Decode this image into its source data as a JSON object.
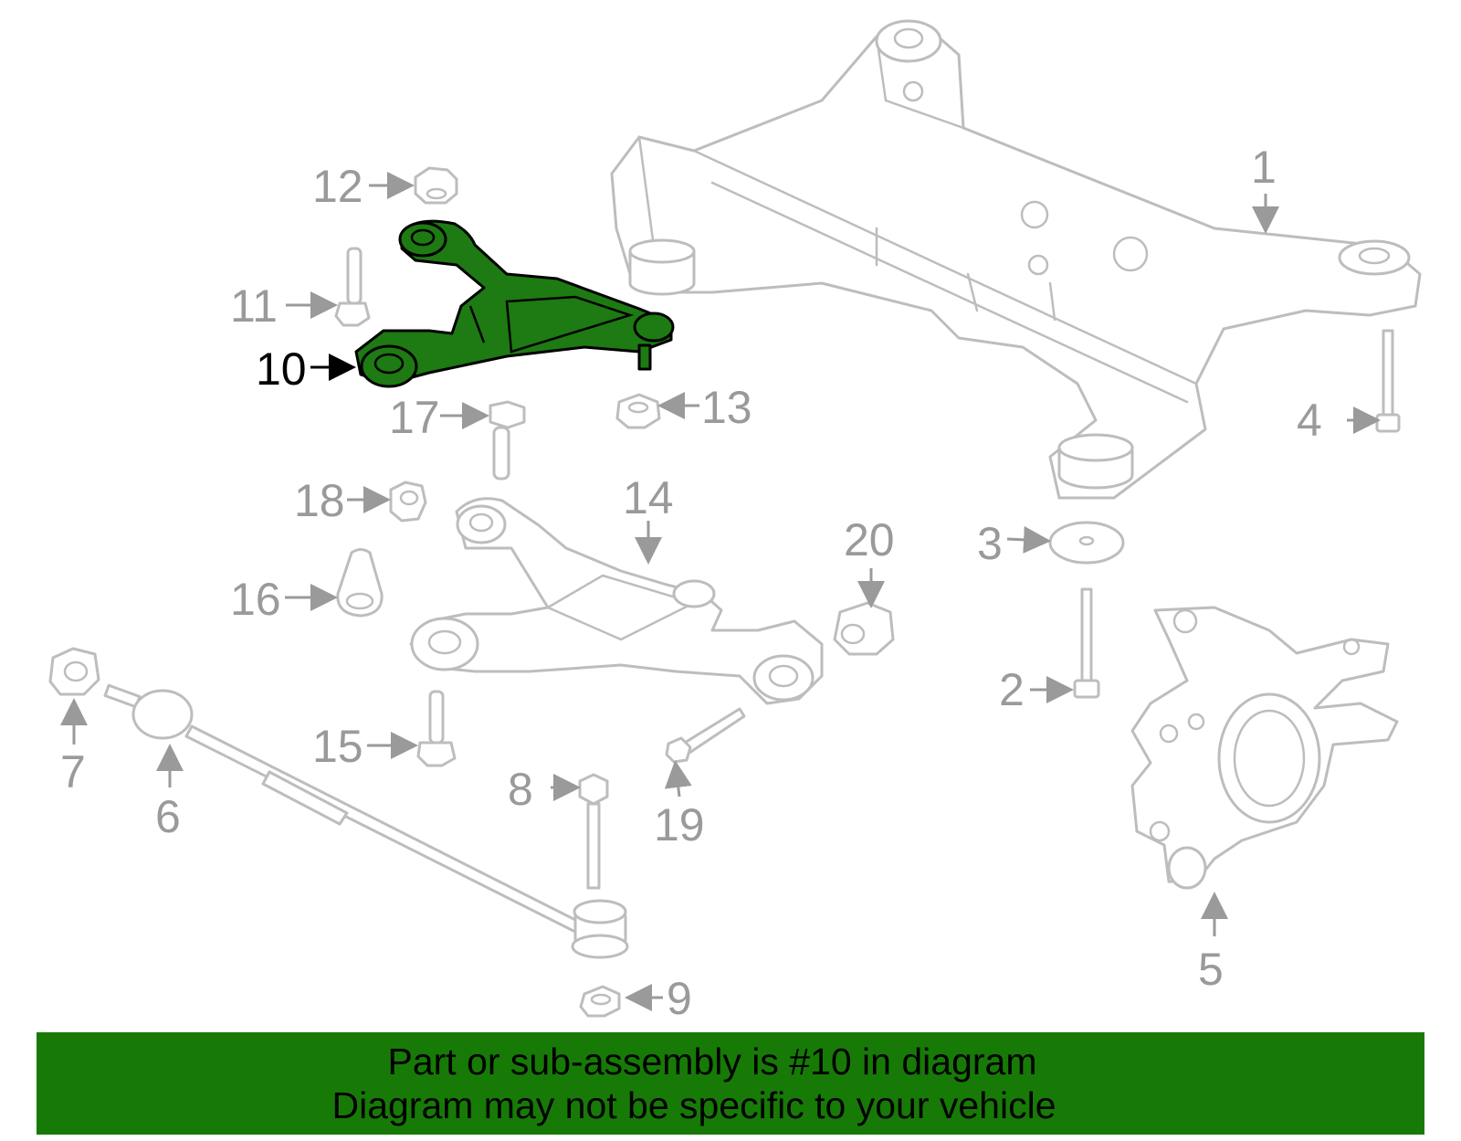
{
  "highlight_color": "#1e7a12",
  "banner_color": "#177a07",
  "callouts": {
    "c1": "1",
    "c2": "2",
    "c3": "3",
    "c4": "4",
    "c5": "5",
    "c6": "6",
    "c7": "7",
    "c8": "8",
    "c9": "9",
    "c10": "10",
    "c11": "11",
    "c12": "12",
    "c13": "13",
    "c14": "14",
    "c15": "15",
    "c16": "16",
    "c17": "17",
    "c18": "18",
    "c19": "19",
    "c20": "20"
  },
  "highlighted_part": "10",
  "banner": {
    "line1": "Part or sub-assembly is #10 in diagram",
    "line2": "Diagram may not be specific to your vehicle"
  }
}
